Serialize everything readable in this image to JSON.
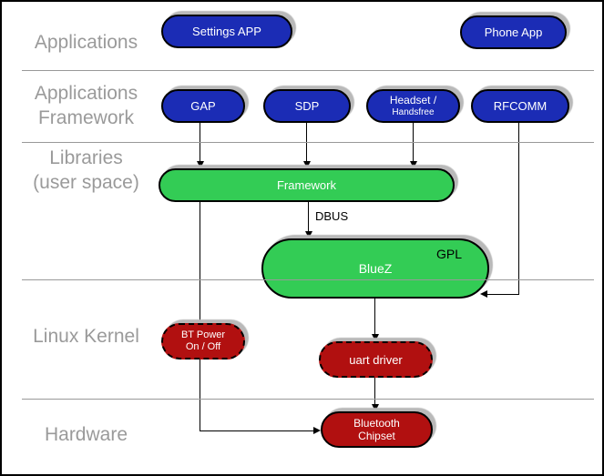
{
  "layers": {
    "applications": {
      "label": "Applications"
    },
    "applications_framework": {
      "line1": "Applications",
      "line2": "Framework"
    },
    "libraries": {
      "line1": "Libraries",
      "line2": "(user space)"
    },
    "linux_kernel": {
      "label": "Linux Kernel"
    },
    "hardware": {
      "label": "Hardware"
    }
  },
  "nodes": {
    "settings_app": {
      "label": "Settings APP"
    },
    "phone_app": {
      "label": "Phone App"
    },
    "gap": {
      "label": "GAP"
    },
    "sdp": {
      "label": "SDP"
    },
    "headset": {
      "line1": "Headset /",
      "line2": "Handsfree"
    },
    "rfcomm": {
      "label": "RFCOMM"
    },
    "framework": {
      "label": "Framework"
    },
    "bluez": {
      "label": "BlueZ",
      "license": "GPL"
    },
    "bt_power": {
      "line1": "BT Power",
      "line2": "On / Off"
    },
    "uart_driver": {
      "label": "uart driver"
    },
    "chipset": {
      "line1": "Bluetooth",
      "line2": "Chipset"
    }
  },
  "connections": {
    "dbus": {
      "label": "DBUS"
    }
  },
  "colors": {
    "node_blue": "#1b2cb5",
    "node_green": "#33cc55",
    "node_red": "#b11010",
    "label_gray": "#9a9a9a",
    "divider_gray": "#999999",
    "shadow_gray": "#b9b9b9",
    "line_black": "#000000"
  }
}
